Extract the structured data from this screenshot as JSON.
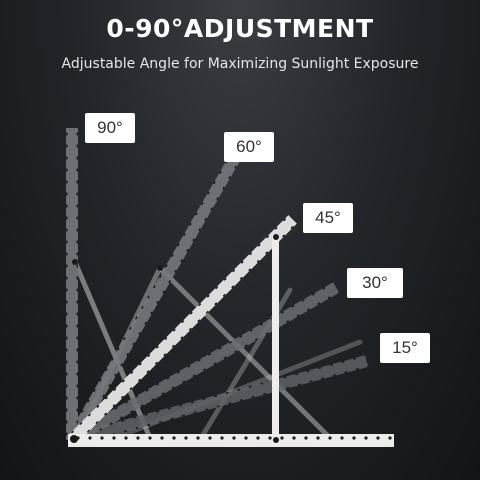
{
  "header": {
    "title": "0-90°ADJUSTMENT",
    "subtitle": "Adjustable Angle for Maximizing Sunlight Exposure"
  },
  "angles": [
    "90°",
    "60°",
    "45°",
    "30°",
    "15°"
  ],
  "colors": {
    "background": "#1c1e21",
    "rail_light": "#e9e9e9",
    "label_bg": "#ffffff",
    "label_text": "#333333"
  }
}
